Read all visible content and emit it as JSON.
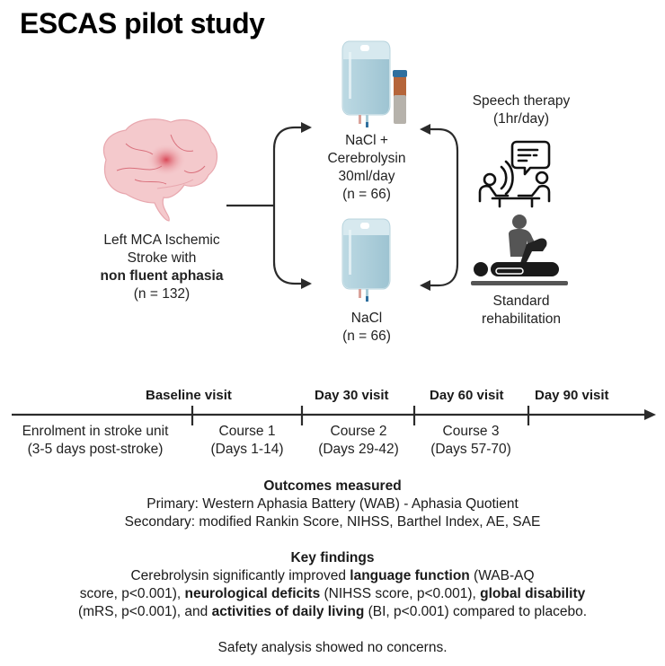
{
  "title": "ESCAS pilot study",
  "population": {
    "line1": "Left MCA Ischemic",
    "line2": "Stroke with",
    "line3_bold": "non fluent aphasia",
    "line4": "(n = 132)",
    "icon": "brain-icon"
  },
  "arms": [
    {
      "line1": "NaCl +",
      "line2": "Cerebrolysin",
      "line3": "30ml/day",
      "line4": "(n = 66)",
      "icon": "iv-bag-with-vial-icon"
    },
    {
      "line1": "NaCl",
      "line2": "(n = 66)",
      "icon": "iv-bag-icon"
    }
  ],
  "therapies": {
    "speech_line1": "Speech therapy",
    "speech_line2": "(1hr/day)",
    "speech_icon": "speech-therapy-icon",
    "rehab_line1": "Standard",
    "rehab_line2": "rehabilitation",
    "rehab_icon": "physiotherapy-icon"
  },
  "timeline": {
    "visits": [
      "Baseline visit",
      "Day 30 visit",
      "Day 60 visit",
      "Day 90 visit"
    ],
    "segments": [
      {
        "line1": "Enrolment in stroke unit",
        "line2": "(3-5 days post-stroke)"
      },
      {
        "line1": "Course 1",
        "line2": "(Days 1-14)"
      },
      {
        "line1": "Course 2",
        "line2": "(Days 29-42)"
      },
      {
        "line1": "Course 3",
        "line2": "(Days 57-70)"
      }
    ]
  },
  "outcomes": {
    "heading": "Outcomes measured",
    "primary": "Primary: Western Aphasia Battery (WAB) - Aphasia Quotient",
    "secondary": "Secondary: modified Rankin Score, NIHSS, Barthel Index, AE, SAE"
  },
  "findings": {
    "heading": "Key findings",
    "p1": "Cerebrolysin significantly improved ",
    "b1": "language function",
    "p2": " (WAB-AQ",
    "p3": "score, p<0.001), ",
    "b2": "neurological deficits",
    "p4": " (NIHSS score, p<0.001), ",
    "b3": "global disability",
    "p5": "(mRS, p<0.001), and ",
    "b4": "activities of daily living",
    "p6": " (BI, p<0.001) compared to placebo.",
    "safety": "Safety analysis showed no concerns."
  },
  "colors": {
    "line": "#2b2b2b",
    "iv_fluid": "#a9ccd8",
    "vial_brown": "#b5653a",
    "vial_cap": "#2f6f9e",
    "brain": "#f2c4c8",
    "lesion": "#d9414f"
  }
}
